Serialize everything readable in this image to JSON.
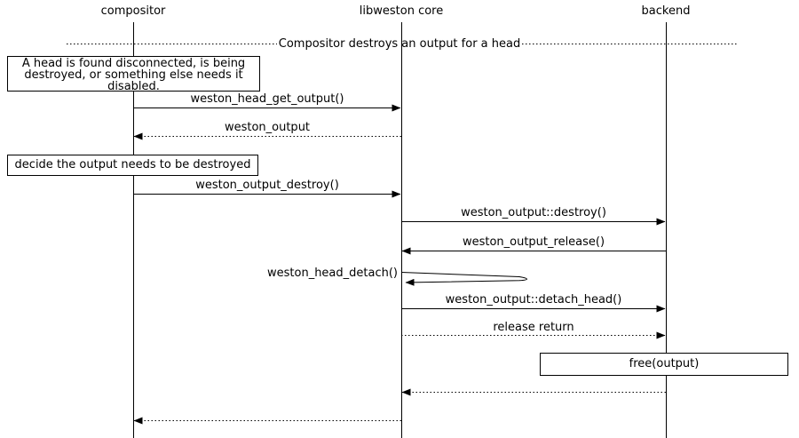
{
  "diagram": {
    "actors": [
      {
        "label": "compositor"
      },
      {
        "label": "libweston core"
      },
      {
        "label": "backend"
      }
    ],
    "divider_label": "Compositor destroys an output for a head",
    "notes": {
      "head_disconnected": {
        "line1": "A head is found disconnected, is being",
        "line2": "destroyed, or something else needs it",
        "line3": "disabled."
      },
      "decide_destroy": "decide the output needs to be destroyed",
      "free_output": "free(output)"
    },
    "messages": {
      "head_get_output": "weston_head_get_output()",
      "weston_output_return": "weston_output",
      "output_destroy": "weston_output_destroy()",
      "output_destroy_vfunc": "weston_output::destroy()",
      "output_release": "weston_output_release()",
      "head_detach": "weston_head_detach()",
      "output_detach_head": "weston_output::detach_head()",
      "release_return": "release return"
    },
    "colors": {
      "line": "#000000",
      "background": "#ffffff"
    }
  }
}
